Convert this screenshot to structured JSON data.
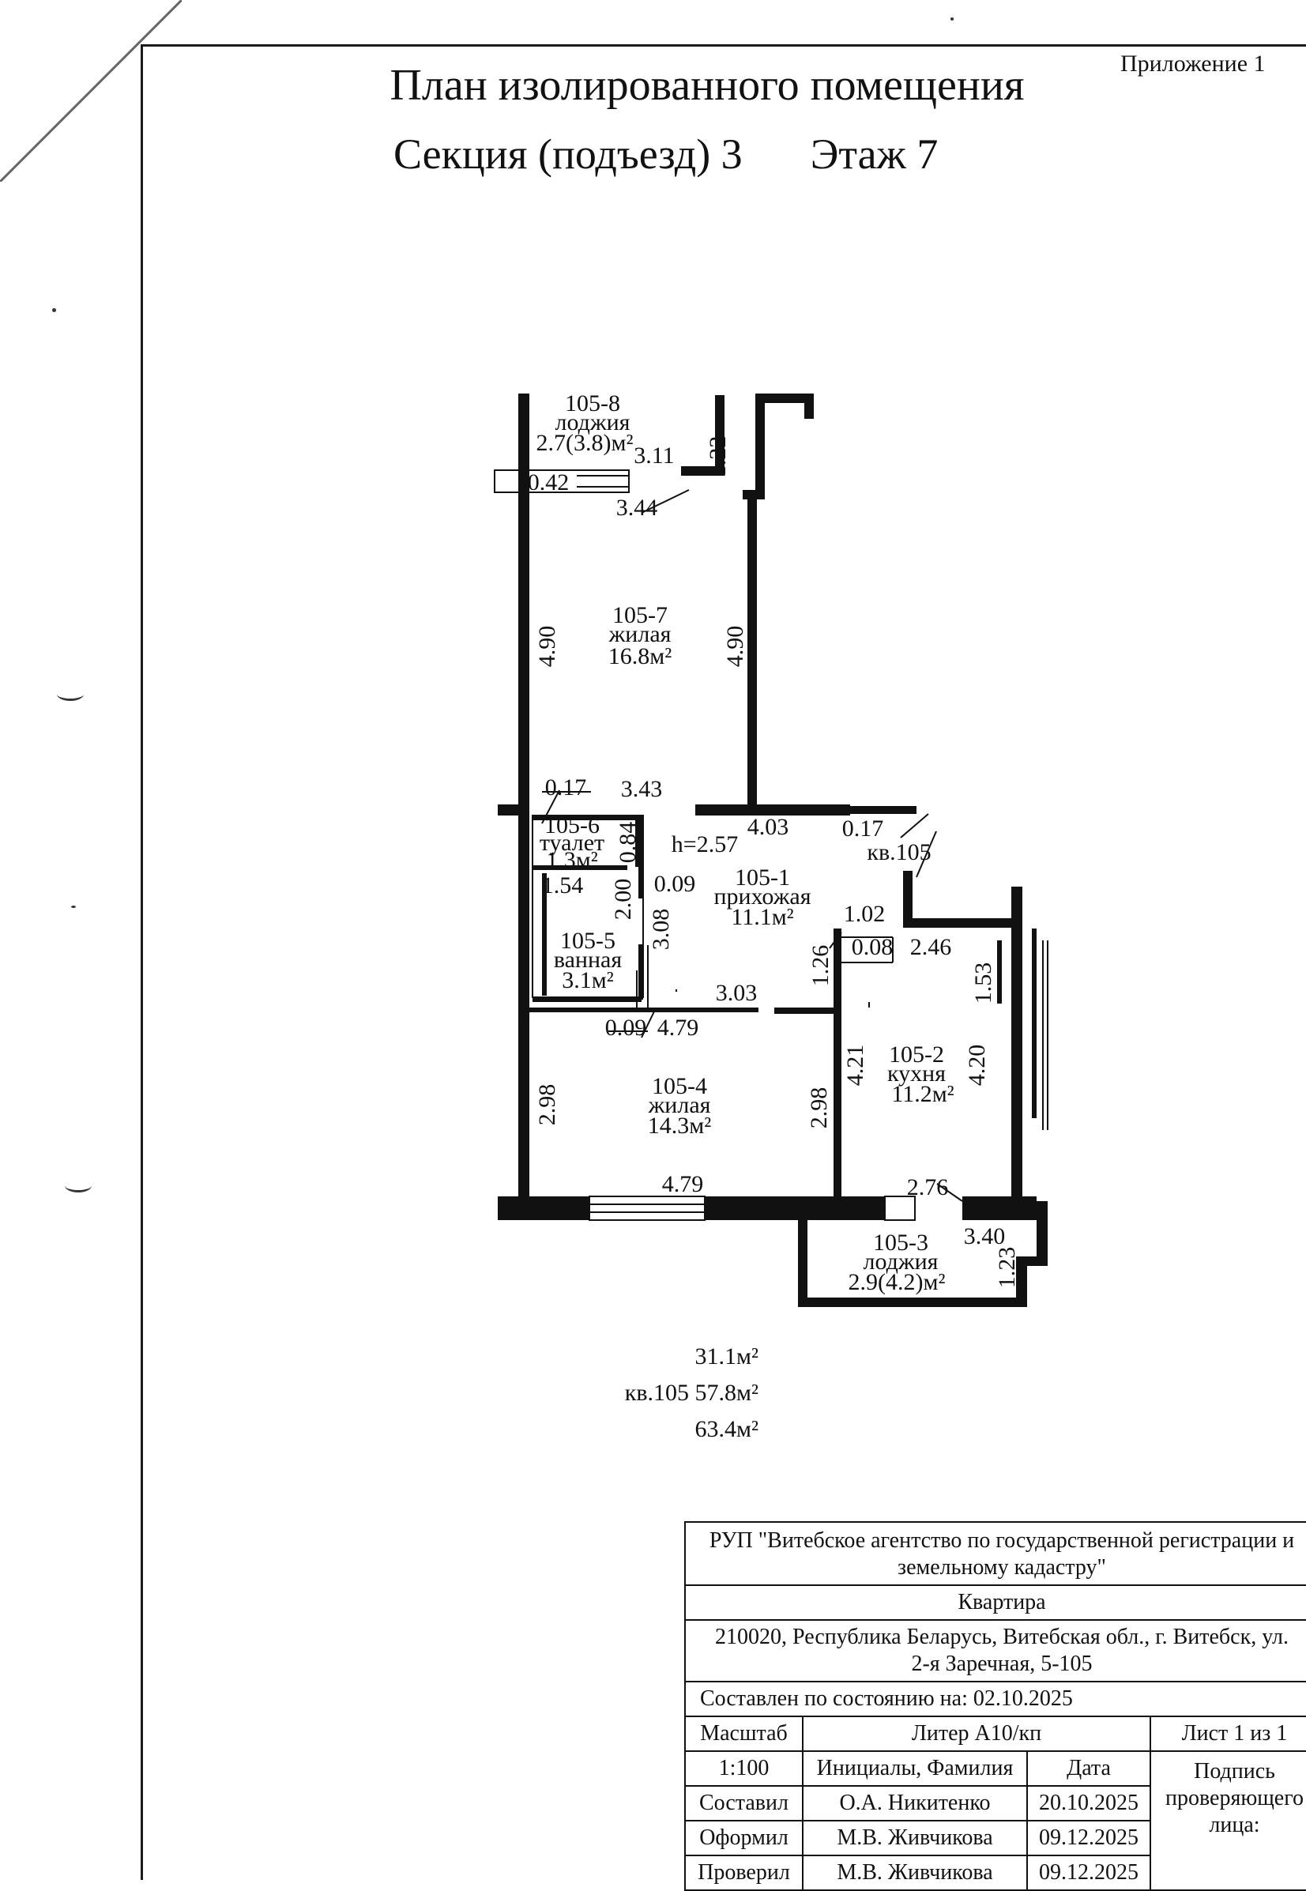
{
  "header": {
    "appendix": "Приложение 1",
    "title": "План изолированного помещения",
    "section": "Секция (подъезд) 3",
    "floor": "Этаж 7"
  },
  "rooms": [
    {
      "id": "105-8",
      "type": "лоджия",
      "area": "2.7(3.8)м²"
    },
    {
      "id": "105-7",
      "type": "жилая",
      "area": "16.8м²"
    },
    {
      "id": "105-6",
      "type": "туалет",
      "area": "1.3м²"
    },
    {
      "id": "105-5",
      "type": "ванная",
      "area": "3.1м²"
    },
    {
      "id": "105-1",
      "type": "прихожая",
      "area": "11.1м²"
    },
    {
      "id": "105-4",
      "type": "жилая",
      "area": "14.3м²"
    },
    {
      "id": "105-2",
      "type": "кухня",
      "area": "11.2м²"
    },
    {
      "id": "105-3",
      "type": "лоджия",
      "area": "2.9(4.2)м²"
    }
  ],
  "dimensions": {
    "d_1_22": "1.22",
    "d_3_11": "3.11",
    "d_0_42": "0.42",
    "d_3_44": "3.44",
    "d_4_90_left": "4.90",
    "d_4_90_right": "4.90",
    "d_0_17_left": "0.17",
    "d_3_43": "3.43",
    "d_4_03": "4.03",
    "d_0_17_right": "0.17",
    "apartment_label": "кв.105",
    "ceiling_height": "h=2.57",
    "d_0_84": "0.84",
    "d_1_54": "1.54",
    "d_2_00": "2.00",
    "d_0_09_top": "0.09",
    "d_3_08": "3.08",
    "d_1_02": "1.02",
    "d_0_08": "0.08",
    "d_2_46": "2.46",
    "d_1_26": "1.26",
    "d_1_53": "1.53",
    "d_3_03": "3.03",
    "d_0_09_bottom": "0.09",
    "d_4_79_top": "4.79",
    "d_4_21": "4.21",
    "d_4_20": "4.20",
    "d_2_98_left": "2.98",
    "d_2_98_right": "2.98",
    "d_4_79_bottom": "4.79",
    "d_2_76": "2.76",
    "d_3_40": "3.40",
    "d_1_23": "1.23"
  },
  "totals": {
    "living": "31.1м²",
    "apartment": "кв.105 57.8м²",
    "total": "63.4м²"
  },
  "stamp": {
    "org": "РУП \"Витебское агентство по государственной регистрации и",
    "org2": "земельному кадастру\"",
    "object": "Квартира",
    "address": "210020, Республика Беларусь, Витебская обл., г. Витебск, ул.",
    "address2": "2-я Заречная, 5-105",
    "as_of": "Составлен по состоянию на: 02.10.2025",
    "scale_label": "Масштаб",
    "liter": "Литер А10/кп",
    "sheet": "Лист  1   из  1",
    "scale_value": "1:100",
    "col_name": "Инициалы, Фамилия",
    "col_date": "Дата",
    "signature_label": "Подпись проверяющего лица:",
    "rows": [
      {
        "role": "Составил",
        "name": "О.А. Никитенко",
        "date": "20.10.2025"
      },
      {
        "role": "Оформил",
        "name": "М.В. Живчикова",
        "date": "09.12.2025"
      },
      {
        "role": "Проверил",
        "name": "М.В. Живчикова",
        "date": "09.12.2025"
      }
    ]
  }
}
